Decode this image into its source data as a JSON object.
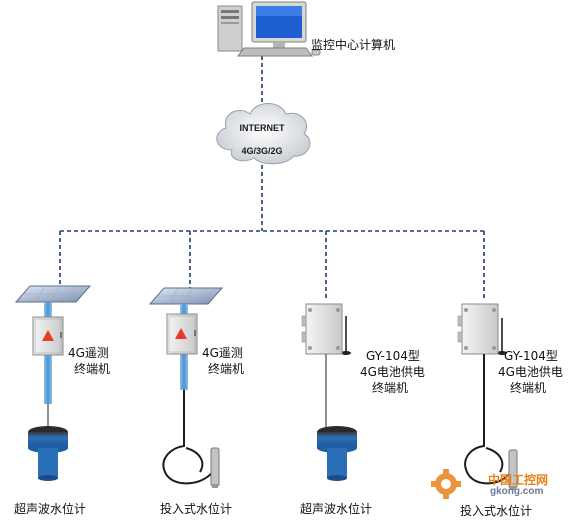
{
  "center": {
    "label": "监控中心计算机"
  },
  "cloud": {
    "line1": "INTERNET",
    "line2": "4G/3G/2G"
  },
  "stations": [
    {
      "device_label": [
        "4G遥测",
        "终端机"
      ],
      "sensor_label": "超声波水位计"
    },
    {
      "device_label": [
        "4G遥测",
        "终端机"
      ],
      "sensor_label": "投入式水位计"
    },
    {
      "device_label": [
        "GY-104型",
        "4G电池供电",
        "终端机"
      ],
      "sensor_label": "超声波水位计"
    },
    {
      "device_label": [
        "GY-104型",
        "4G电池供电",
        "终端机"
      ],
      "sensor_label": "投入式水位计"
    }
  ],
  "watermark": {
    "text1": "中国工控网",
    "text2": "gkong.com"
  },
  "colors": {
    "dash_line": "#1f3b6e",
    "pole_blue": "#5a9bd8",
    "sensor_blue": "#2a6fb8",
    "watermark_orange": "#e8821a"
  }
}
